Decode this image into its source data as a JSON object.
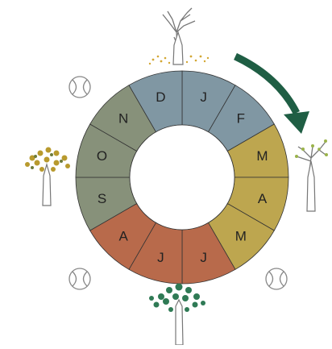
{
  "months": [
    "J",
    "F",
    "M",
    "A",
    "M",
    "J",
    "J",
    "A",
    "S",
    "O",
    "N",
    "D"
  ],
  "seasons": [
    {
      "name": "winter",
      "months": [
        "D",
        "J",
        "F"
      ],
      "color": "#8097a3"
    },
    {
      "name": "spring",
      "months": [
        "M",
        "A",
        "M"
      ],
      "color": "#bda64f"
    },
    {
      "name": "summer",
      "months": [
        "J",
        "J",
        "A"
      ],
      "color": "#b86a4b"
    },
    {
      "name": "autumn",
      "months": [
        "S",
        "O",
        "N"
      ],
      "color": "#87917a"
    }
  ],
  "colors": {
    "winter": "#8097a3",
    "spring": "#bda64f",
    "summer": "#b86a4b",
    "autumn": "#87917a",
    "arrow": "#1f5e44",
    "stroke": "#333333"
  },
  "icons": [
    "bare-tree-icon",
    "budding-tree-icon",
    "leafy-tree-icon",
    "autumn-tree-icon",
    "tennis-ball-icon",
    "direction-arrow-icon"
  ]
}
